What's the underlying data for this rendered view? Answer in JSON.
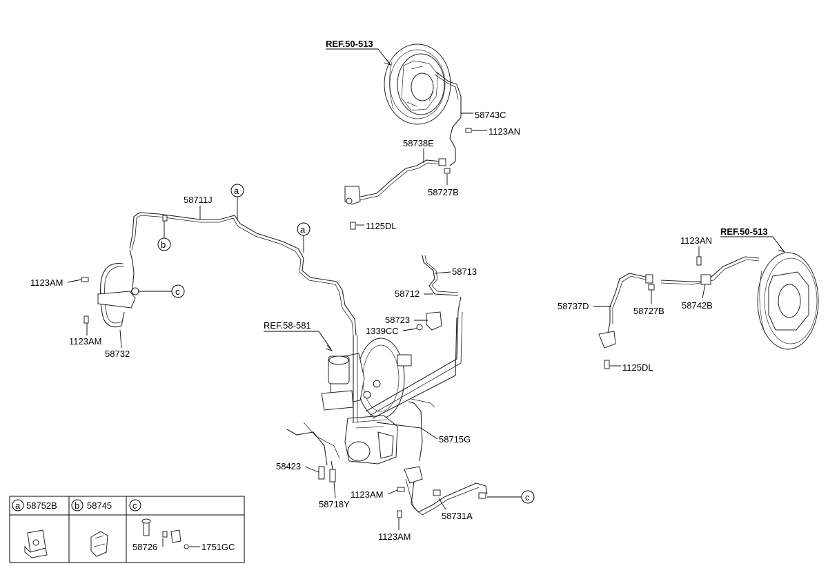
{
  "references": {
    "ref_50_513_top": "REF.50-513",
    "ref_50_513_right": "REF.50-513",
    "ref_58_581": "REF.58-581"
  },
  "parts": {
    "p58743C": "58743C",
    "p1123AN_top": "1123AN",
    "p58738E": "58738E",
    "p58727B_top": "58727B",
    "p1125DL_top": "1125DL",
    "p58711J": "58711J",
    "p1123AM_left1": "1123AM",
    "p1123AM_left2": "1123AM",
    "p58732": "58732",
    "p58713": "58713",
    "p58712": "58712",
    "p58723": "58723",
    "p1339CC": "1339CC",
    "p58715G": "58715G",
    "p58423": "58423",
    "p58718Y": "58718Y",
    "p1123AM_bottom1": "1123AM",
    "p1123AM_bottom2": "1123AM",
    "p58731A": "58731A",
    "p1123AN_right": "1123AN",
    "p58737D": "58737D",
    "p58727B_right": "58727B",
    "p58742B": "58742B",
    "p1125DL_right": "1125DL"
  },
  "callouts": {
    "a1": "a",
    "a2": "a",
    "b1": "b",
    "c1": "c",
    "c2": "c"
  },
  "legend": {
    "a_letter": "a",
    "a_part": "58752B",
    "b_letter": "b",
    "b_part": "58745",
    "c_letter": "c",
    "c_part1": "58726",
    "c_part2": "1751GC"
  }
}
